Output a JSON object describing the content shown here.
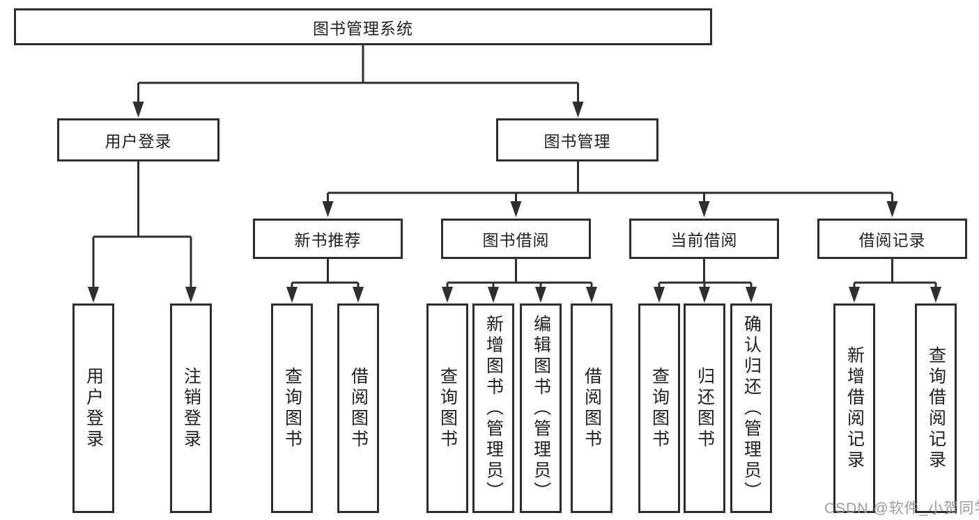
{
  "diagram": {
    "root": {
      "label": "图书管理系统"
    },
    "user_login": {
      "label": "用户登录",
      "children": [
        {
          "label": "用户登录"
        },
        {
          "label": "注销登录"
        }
      ]
    },
    "book_management": {
      "label": "图书管理",
      "children": [
        {
          "label": "新书推荐",
          "children": [
            {
              "label": "查询图书"
            },
            {
              "label": "借阅图书"
            }
          ]
        },
        {
          "label": "图书借阅",
          "children": [
            {
              "label": "查询图书"
            },
            {
              "label": "新增图书（管理员）"
            },
            {
              "label": "编辑图书（管理员）"
            },
            {
              "label": "借阅图书"
            }
          ]
        },
        {
          "label": "当前借阅",
          "children": [
            {
              "label": "查询图书"
            },
            {
              "label": "归还图书"
            },
            {
              "label": "确认归还（管理员）"
            }
          ]
        },
        {
          "label": "借阅记录",
          "children": [
            {
              "label": "新增借阅记录"
            },
            {
              "label": "查询借阅记录"
            }
          ]
        }
      ]
    }
  },
  "watermark": {
    "text": "CSDN @软件_小贺同学"
  },
  "colors": {
    "line": "#2e2e2e",
    "text": "#1f1f1f",
    "background": "#ffffff",
    "watermark": "#9b9b9b"
  }
}
